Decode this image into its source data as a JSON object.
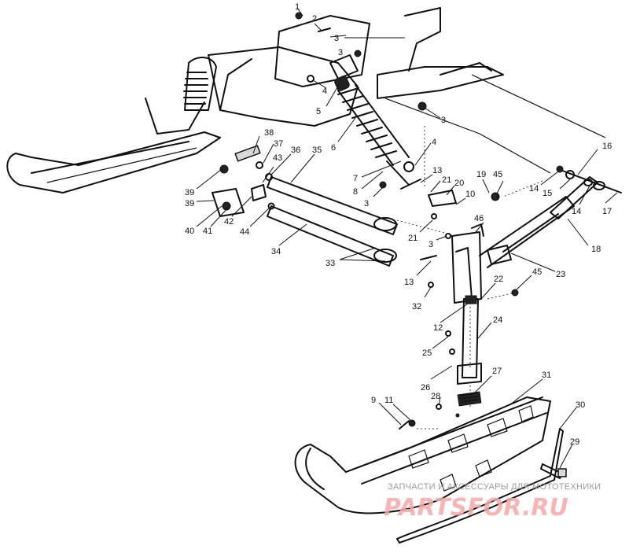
{
  "callouts": [
    "1",
    "2",
    "3",
    "3",
    "4",
    "5",
    "6",
    "3",
    "4",
    "7",
    "8",
    "3",
    "13",
    "21",
    "20",
    "10",
    "19",
    "45",
    "16",
    "14",
    "15",
    "14",
    "17",
    "18",
    "38",
    "37",
    "36",
    "35",
    "43",
    "39",
    "39",
    "40",
    "41",
    "42",
    "44",
    "34",
    "33",
    "21",
    "46",
    "3",
    "13",
    "23",
    "22",
    "45",
    "32",
    "12",
    "24",
    "25",
    "26",
    "27",
    "28",
    "31",
    "9",
    "11",
    "30",
    "29"
  ],
  "watermark": {
    "subtitle": "ЗАПЧАСТИ И АКСЕССУАРЫ ДЛЯ МОТОТЕХНИКИ",
    "brand": "PARTSFOR.RU"
  }
}
